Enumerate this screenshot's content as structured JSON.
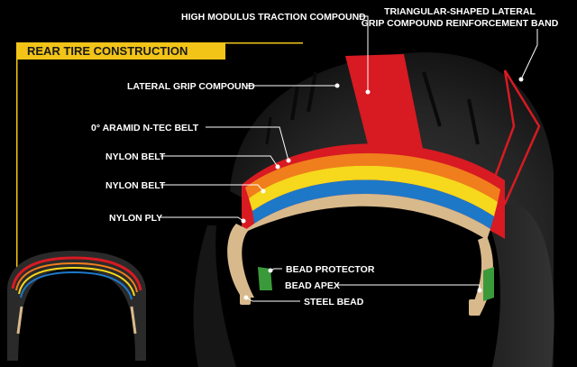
{
  "header": {
    "title": "REAR TIRE CONSTRUCTION"
  },
  "labels": {
    "high_modulus": "HIGH MODULUS TRACTION COMPOUND",
    "triangular_line1": "TRIANGULAR-SHAPED LATERAL",
    "triangular_line2": "GRIP COMPOUND REINFORCEMENT BAND",
    "lateral_grip": "LATERAL GRIP COMPOUND",
    "aramid": "0° ARAMID N-TEC BELT",
    "nylon_belt_1": "NYLON BELT",
    "nylon_belt_2": "NYLON BELT",
    "nylon_ply": "NYLON PLY",
    "bead_protector": "BEAD PROTECTOR",
    "bead_apex": "BEAD APEX",
    "steel_bead": "STEEL BEAD"
  },
  "colors": {
    "accent_yellow": "#f2c418",
    "tread_red": "#d81a22",
    "aramid_orange": "#f07e1c",
    "nylon_yellow": "#f6d81c",
    "nylon_blue": "#1e78c8",
    "ply_tan": "#d8b98c",
    "bead_green": "#3a9a3a"
  }
}
